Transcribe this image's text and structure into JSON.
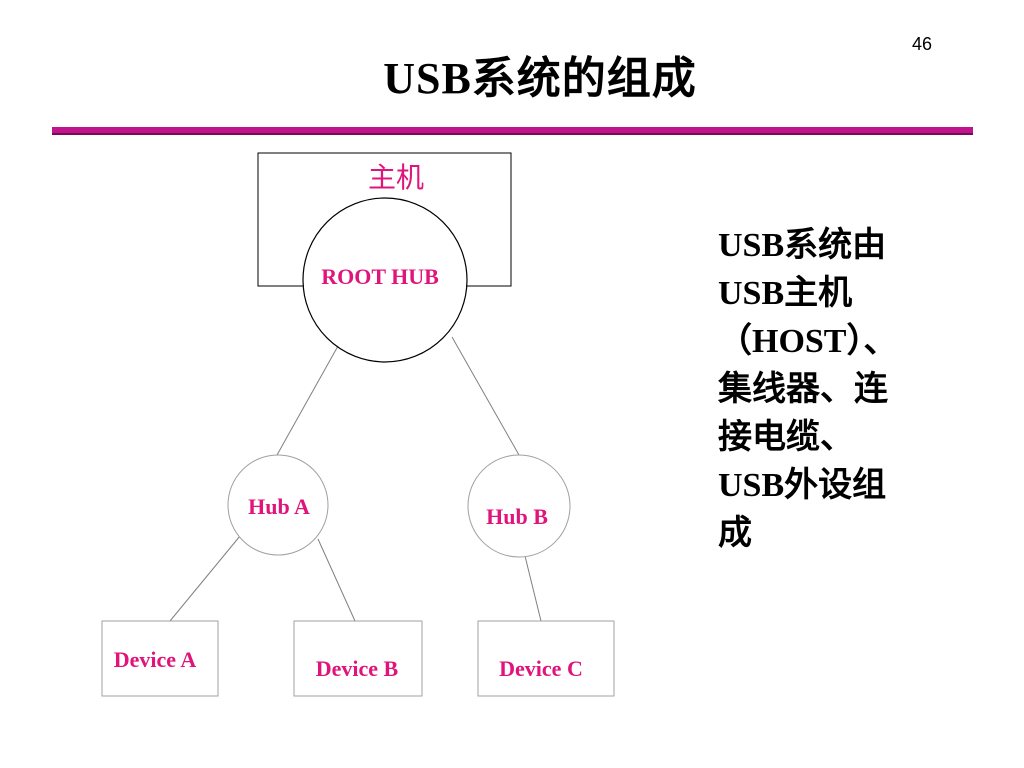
{
  "slide": {
    "page_number": "46",
    "title": "USB系统的组成",
    "accent_color": "#c0148c",
    "label_color": "#e0147a"
  },
  "diagram": {
    "host_label": "主机",
    "root_hub_label": "ROOT HUB",
    "hubs": [
      {
        "label": "Hub A"
      },
      {
        "label": "Hub B"
      }
    ],
    "devices": [
      {
        "label": "Device A"
      },
      {
        "label": "Device B"
      },
      {
        "label": "Device C"
      }
    ]
  },
  "description": {
    "lines": [
      "USB系统由",
      "USB主机",
      "（HOST）、",
      "集线器、连",
      "接电缆、",
      "USB外设组",
      "成"
    ]
  }
}
